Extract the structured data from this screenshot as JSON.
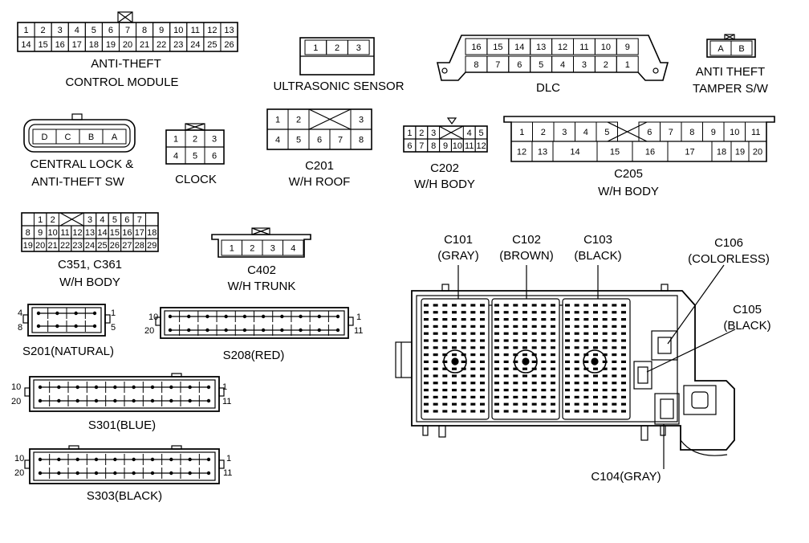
{
  "connectors": {
    "anti_theft_module": {
      "row1": [
        "1",
        "2",
        "3",
        "4",
        "5",
        "6",
        "7",
        "8",
        "9",
        "10",
        "11",
        "12",
        "13"
      ],
      "row2": [
        "14",
        "15",
        "16",
        "17",
        "18",
        "19",
        "20",
        "21",
        "22",
        "23",
        "24",
        "25",
        "26"
      ],
      "caption1": "ANTI-THEFT",
      "caption2": "CONTROL MODULE"
    },
    "ultrasonic": {
      "row1": [
        "1",
        "2",
        "3"
      ],
      "caption1": "ULTRASONIC SENSOR"
    },
    "dlc": {
      "row1": [
        "16",
        "15",
        "14",
        "13",
        "12",
        "11",
        "10",
        "9"
      ],
      "row2": [
        "8",
        "7",
        "6",
        "5",
        "4",
        "3",
        "2",
        "1"
      ],
      "caption1": "DLC"
    },
    "tamper": {
      "row1": [
        "A",
        "B"
      ],
      "caption1": "ANTI THEFT",
      "caption2": "TAMPER S/W"
    },
    "central_lock": {
      "row1": [
        "D",
        "C",
        "B",
        "A"
      ],
      "caption1": "CENTRAL LOCK &",
      "caption2": "ANTI-THEFT SW"
    },
    "clock": {
      "row1": [
        "1",
        "2",
        "3"
      ],
      "row2": [
        "4",
        "5",
        "6"
      ],
      "caption1": "CLOCK"
    },
    "c201": {
      "row1": [
        "1",
        "2",
        "3"
      ],
      "row2": [
        "4",
        "5",
        "6",
        "7",
        "8"
      ],
      "caption1": "C201",
      "caption2": "W/H ROOF"
    },
    "c202": {
      "row1": [
        "1",
        "2",
        "3",
        "4",
        "5"
      ],
      "row2": [
        "6",
        "7",
        "8",
        "9",
        "10",
        "11",
        "12"
      ],
      "caption1": "C202",
      "caption2": "W/H BODY"
    },
    "c205": {
      "row1": [
        "1",
        "2",
        "3",
        "4",
        "5",
        "6",
        "7",
        "8",
        "9",
        "10",
        "11"
      ],
      "row2": [
        "12",
        "13",
        "14",
        "15",
        "16",
        "17",
        "18",
        "19",
        "20"
      ],
      "caption1": "C205",
      "caption2": "W/H BODY"
    },
    "c351": {
      "row1": [
        "1",
        "2",
        "3",
        "4",
        "5",
        "6",
        "7"
      ],
      "row2": [
        "8",
        "9",
        "10",
        "11",
        "12",
        "13",
        "14",
        "15",
        "16",
        "17",
        "18"
      ],
      "row3": [
        "19",
        "20",
        "21",
        "22",
        "23",
        "24",
        "25",
        "26",
        "27",
        "28",
        "29"
      ],
      "caption1": "C351, C361",
      "caption2": "W/H BODY"
    },
    "c402": {
      "row1": [
        "1",
        "2",
        "3",
        "4"
      ],
      "caption1": "C402",
      "caption2": "W/H TRUNK"
    },
    "s201": {
      "left_top": "4",
      "left_bottom": "8",
      "right_top": "1",
      "right_bottom": "5",
      "caption1": "S201(NATURAL)"
    },
    "s208": {
      "left_top": "10",
      "left_bottom": "20",
      "right_top": "1",
      "right_bottom": "11",
      "caption1": "S208(RED)"
    },
    "s301": {
      "left_top": "10",
      "left_bottom": "20",
      "right_top": "1",
      "right_bottom": "11",
      "caption1": "S301(BLUE)"
    },
    "s303": {
      "left_top": "10",
      "left_bottom": "20",
      "right_top": "1",
      "right_bottom": "11",
      "caption1": "S303(BLACK)"
    }
  },
  "junction_box": {
    "c101": {
      "name": "C101",
      "color": "(GRAY)"
    },
    "c102": {
      "name": "C102",
      "color": "(BROWN)"
    },
    "c103": {
      "name": "C103",
      "color": "(BLACK)"
    },
    "c106": {
      "name": "C106",
      "color": "(COLORLESS)"
    },
    "c105": {
      "name": "C105",
      "color": "(BLACK)"
    },
    "c104": {
      "label": "C104(GRAY)"
    }
  }
}
